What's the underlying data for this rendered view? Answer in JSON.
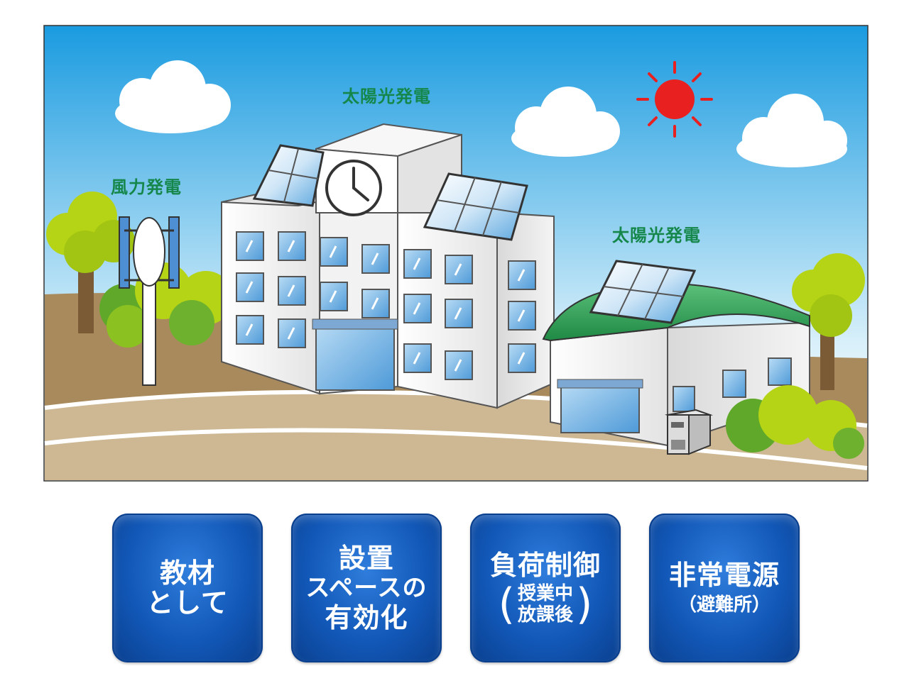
{
  "scene": {
    "labels": {
      "solar_main": "太陽光発電",
      "wind": "風力発電",
      "solar_gym": "太陽光発電"
    },
    "colors": {
      "sky_top": "#1a9be0",
      "sky_bottom": "#ffffff",
      "ground": "#a98a5c",
      "label_green": "#15874a",
      "roof_green": "#2f9a55",
      "sun": "#e8201f",
      "tree": "#b5d415"
    }
  },
  "tiles": [
    {
      "line1": "教材",
      "line2": "として"
    },
    {
      "line1": "設置",
      "line2": "スペースの",
      "line3": "有効化"
    },
    {
      "title": "負荷制御",
      "paren_line1": "授業中",
      "paren_line2": "放課後"
    },
    {
      "title": "非常電源",
      "sub": "（避難所）"
    }
  ],
  "tile_color": "#1258b8"
}
